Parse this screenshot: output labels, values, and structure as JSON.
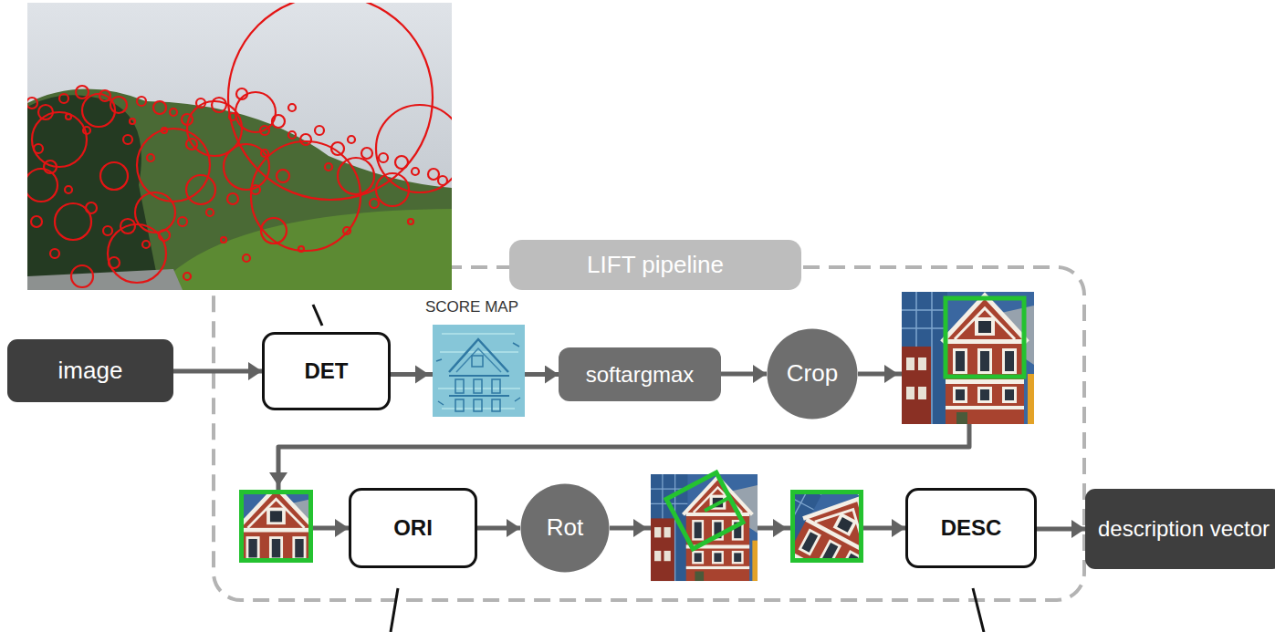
{
  "diagram": {
    "nodes": [
      {
        "text": [
          "image"
        ]
      },
      {
        "text": [
          "LIFT pipeline"
        ]
      },
      {
        "text": [
          "DET"
        ],
        "in": 1
      },
      {
        "text": [
          "softargmax"
        ],
        "in": 1
      },
      {
        "text": [
          "Crop"
        ],
        "in": 1
      },
      {
        "text": [
          "ORI"
        ],
        "in": 1
      },
      {
        "text": [
          "Rot"
        ],
        "in": 1
      },
      {
        "text": [
          "DESC"
        ],
        "in": 1
      },
      {
        "text": [
          "description vector"
        ]
      }
    ],
    "edges": [
      {
        "from": 0,
        "to": 2,
        "arrow": "to"
      },
      {
        "from": 2,
        "to": 3,
        "arrow": "to"
      },
      {
        "from": 3,
        "to": 4,
        "arrow": "to"
      },
      {
        "from": 4,
        "to": 5,
        "arrow": "to"
      },
      {
        "from": 5,
        "to": 6,
        "arrow": "to"
      },
      {
        "from": 6,
        "to": 7,
        "arrow": "to"
      },
      {
        "from": 7,
        "to": 8,
        "arrow": "to"
      }
    ],
    "labels": [
      "SCORE MAP"
    ]
  }
}
